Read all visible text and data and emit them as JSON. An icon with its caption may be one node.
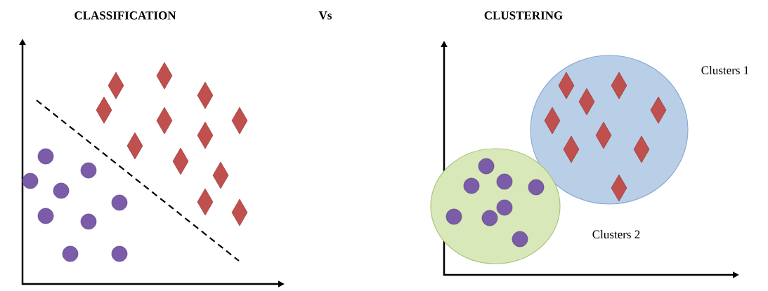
{
  "diagram": {
    "nodes": [
      {
        "text": [
          "Clusters 1"
        ]
      },
      {
        "text": [
          "Clusters 2"
        ]
      }
    ],
    "labels": [
      "CLASSIFICATION",
      "Vs",
      "CLUSTERING"
    ]
  }
}
